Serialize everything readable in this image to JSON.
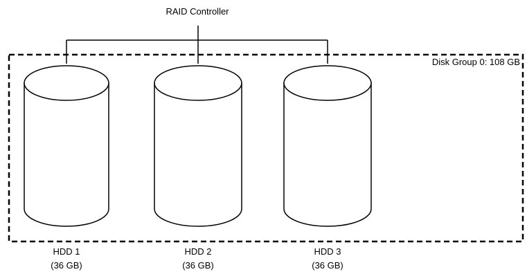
{
  "controller": {
    "label": "RAID Controller"
  },
  "group": {
    "label": "Disk Group 0: 108 GB"
  },
  "disks": [
    {
      "name": "HDD 1",
      "capacity": "(36 GB)"
    },
    {
      "name": "HDD 2",
      "capacity": "(36 GB)"
    },
    {
      "name": "HDD 3",
      "capacity": "(36 GB)"
    }
  ]
}
